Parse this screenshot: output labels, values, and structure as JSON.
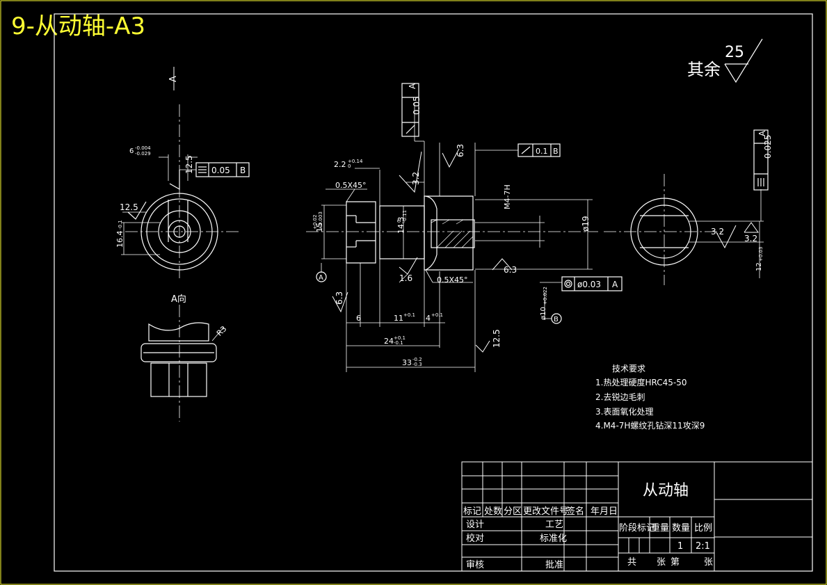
{
  "drawing": {
    "title": "9-从动轴-A3",
    "roughness_default": {
      "prefix": "其余",
      "value": "25"
    }
  },
  "views": {
    "view_a_arrow": "A",
    "view_a_caption": "A向",
    "left": {
      "dim_width": "6",
      "dim_width_tol_upper": "-0.004",
      "dim_width_tol_lower": "-0.029",
      "symmetry_tol": "0.05",
      "symmetry_datum": "B",
      "rough_12_5_a": "12.5",
      "rough_12_5_b": "12.5",
      "dim_16_4": "16.4",
      "dim_16_4_tol": "-0.1",
      "fillet": "R3"
    },
    "main": {
      "chamfer_left": "0.5X45°",
      "chamfer_right": "0.5X45°",
      "dim_2_2": "2.2",
      "dim_2_2_tol": "+0.14",
      "dim_2_2_tol_l": "0",
      "runout_a": "0.05",
      "runout_a_datum": "A",
      "runout_b": "0.1",
      "runout_b_datum": "B",
      "rough_6_3_top": "6.3",
      "rough_3_2": "3.2",
      "rough_6_3_mid": "6.3",
      "rough_6_3_left": "6.3",
      "rough_1_6": "1.6",
      "rough_12_5": "12.5",
      "thread": "M4-7H",
      "dia_19": "ø19",
      "dia_15": "15",
      "dia_15_tol_u": "+0.02",
      "dia_15_tol_l": "+0.003",
      "dia_14_3": "14.3",
      "dia_14_3_tol_u": "0",
      "dia_14_3_tol_l": "-0.11",
      "coax_tol": "ø0.03",
      "coax_datum": "A",
      "datum_a": "A",
      "datum_b": "B",
      "dia_10": "ø10",
      "dia_10_tol": "+0.022",
      "len_6": "6",
      "len_11": "11",
      "len_11_tol": "+0.1",
      "len_4": "4",
      "len_4_tol": "+0.1",
      "len_24": "24",
      "len_24_tol": "+0.1",
      "len_24_tol_l": "-0.1",
      "len_33": "33",
      "len_33_tol_u": "-0.2",
      "len_33_tol_l": "-0.3"
    },
    "right": {
      "symmetry_tol": "0.025",
      "symmetry_datum": "A",
      "rough_a": "3.2",
      "rough_b": "3.2",
      "dim_12": "12",
      "dim_12_tol": "+0.03"
    }
  },
  "tech_requirements": {
    "heading": "技术要求",
    "items": [
      "1.热处理硬度HRC45-50",
      "2.去锐边毛刺",
      "3.表面氧化处理",
      "4.M4-7H螺纹孔钻深11攻深9"
    ]
  },
  "title_block": {
    "part_name": "从动轴",
    "row_labels": [
      "标记",
      "处数",
      "分区",
      "更改文件号",
      "签名",
      "年月日"
    ],
    "designer": "设计",
    "checker": "校对",
    "reviewer": "审核",
    "process": "工艺",
    "standard": "标准化",
    "approve": "批准",
    "stage_mark": "阶段标记",
    "weight": "重量",
    "quantity": "数量",
    "scale": "比例",
    "quantity_value": "1",
    "scale_value": "2:1",
    "sheets_total": "共",
    "sheets_unit": "张",
    "sheet_no": "第",
    "sheet_unit": "张"
  }
}
